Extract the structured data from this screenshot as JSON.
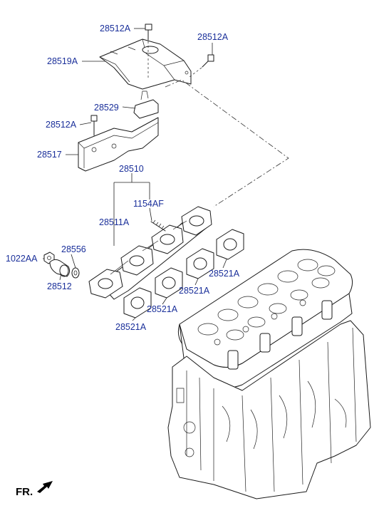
{
  "labels": {
    "bolt_top": "28512A",
    "bolt_right": "28512A",
    "heat_shield_upper": "28519A",
    "bracket": "28529",
    "bolt_left": "28512A",
    "heat_shield_lower": "28517",
    "manifold_assy": "28510",
    "stud_bolt": "1154AF",
    "manifold": "28511A",
    "nut": "1022AA",
    "washer": "28556",
    "spacer": "28512",
    "gasket_1": "28521A",
    "gasket_2": "28521A",
    "gasket_3": "28521A",
    "gasket_4": "28521A"
  },
  "direction_marker": "FR."
}
